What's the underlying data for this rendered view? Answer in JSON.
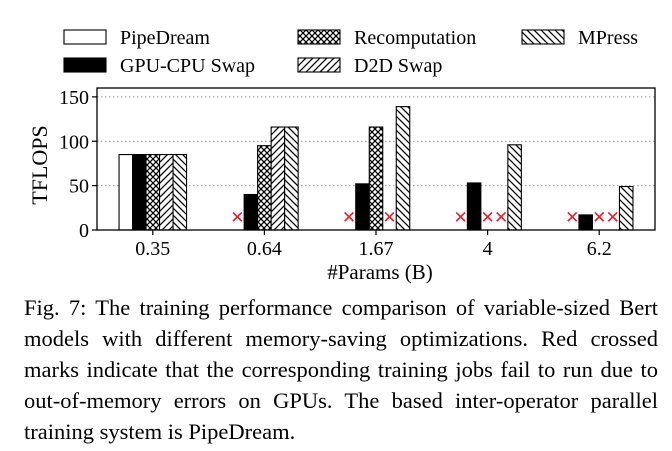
{
  "chart_data": {
    "type": "bar",
    "title": "",
    "xlabel": "#Params (B)",
    "ylabel": "TFLOPS",
    "ylim": [
      0,
      160
    ],
    "yticks": [
      0,
      50,
      100,
      150
    ],
    "grid": "horizontal dotted",
    "legend_position": "top, outside plot",
    "categories": [
      "0.35",
      "0.64",
      "1.67",
      "4",
      "6.2"
    ],
    "series": [
      {
        "name": "PipeDream",
        "pattern": "white",
        "values": [
          85,
          null,
          null,
          null,
          null
        ],
        "oom": [
          false,
          true,
          true,
          true,
          true
        ]
      },
      {
        "name": "GPU-CPU Swap",
        "pattern": "solid-black",
        "values": [
          85,
          40,
          52,
          53,
          17
        ],
        "oom": [
          false,
          false,
          false,
          false,
          false
        ]
      },
      {
        "name": "Recomputation",
        "pattern": "crosshatch",
        "values": [
          85,
          95,
          116,
          null,
          null
        ],
        "oom": [
          false,
          false,
          false,
          true,
          true
        ]
      },
      {
        "name": "D2D Swap",
        "pattern": "forward-diagonal",
        "values": [
          85,
          116,
          null,
          null,
          null
        ],
        "oom": [
          false,
          false,
          true,
          true,
          true
        ]
      },
      {
        "name": "MPress",
        "pattern": "back-diagonal",
        "values": [
          85,
          116,
          139,
          96,
          49
        ],
        "oom": [
          false,
          false,
          false,
          false,
          false
        ]
      }
    ],
    "oom_marker": {
      "symbol": "✕",
      "color": "#e8202a"
    }
  },
  "caption": "Fig. 7: The training performance comparison of variable-sized Bert models with different memory-saving optimizations. Red crossed marks indicate that the corresponding training jobs fail to run due to out-of-memory errors on GPUs. The based inter-operator parallel training system is PipeDream."
}
